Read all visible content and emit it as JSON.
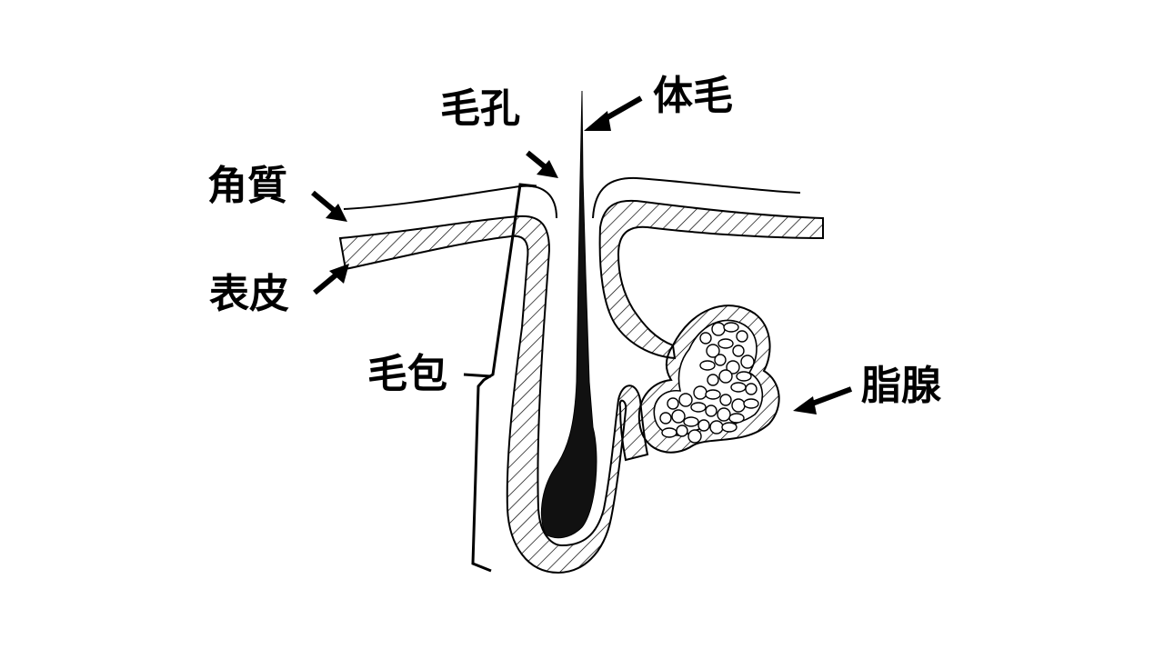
{
  "diagram": {
    "labels": {
      "body_hair": "体毛",
      "pore": "毛孔",
      "stratum_corneum": "角質",
      "epidermis": "表皮",
      "hair_follicle": "毛包",
      "sebaceous_gland": "脂腺"
    },
    "colors": {
      "ink": "#000000",
      "background": "#ffffff",
      "hair": "#111111"
    }
  }
}
